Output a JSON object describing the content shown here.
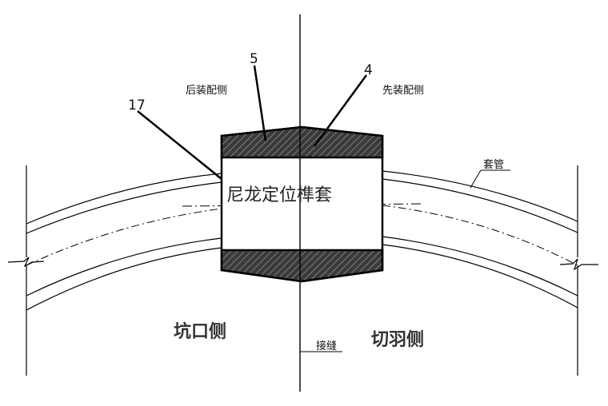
{
  "labels": {
    "part_17": "17",
    "part_5": "5",
    "part_4": "4",
    "rear_side": "后装配侧",
    "front_side": "先装配侧",
    "sleeve": "套管",
    "center_title": "尼龙定位榫套",
    "pit_side": "坑口侧",
    "cut_side": "切羽侧",
    "joint": "接缝"
  },
  "colors": {
    "line": "#000000",
    "hatch_bg": "#3a3a3a",
    "hatch_line": "#9a9a9a",
    "text": "#222222"
  }
}
